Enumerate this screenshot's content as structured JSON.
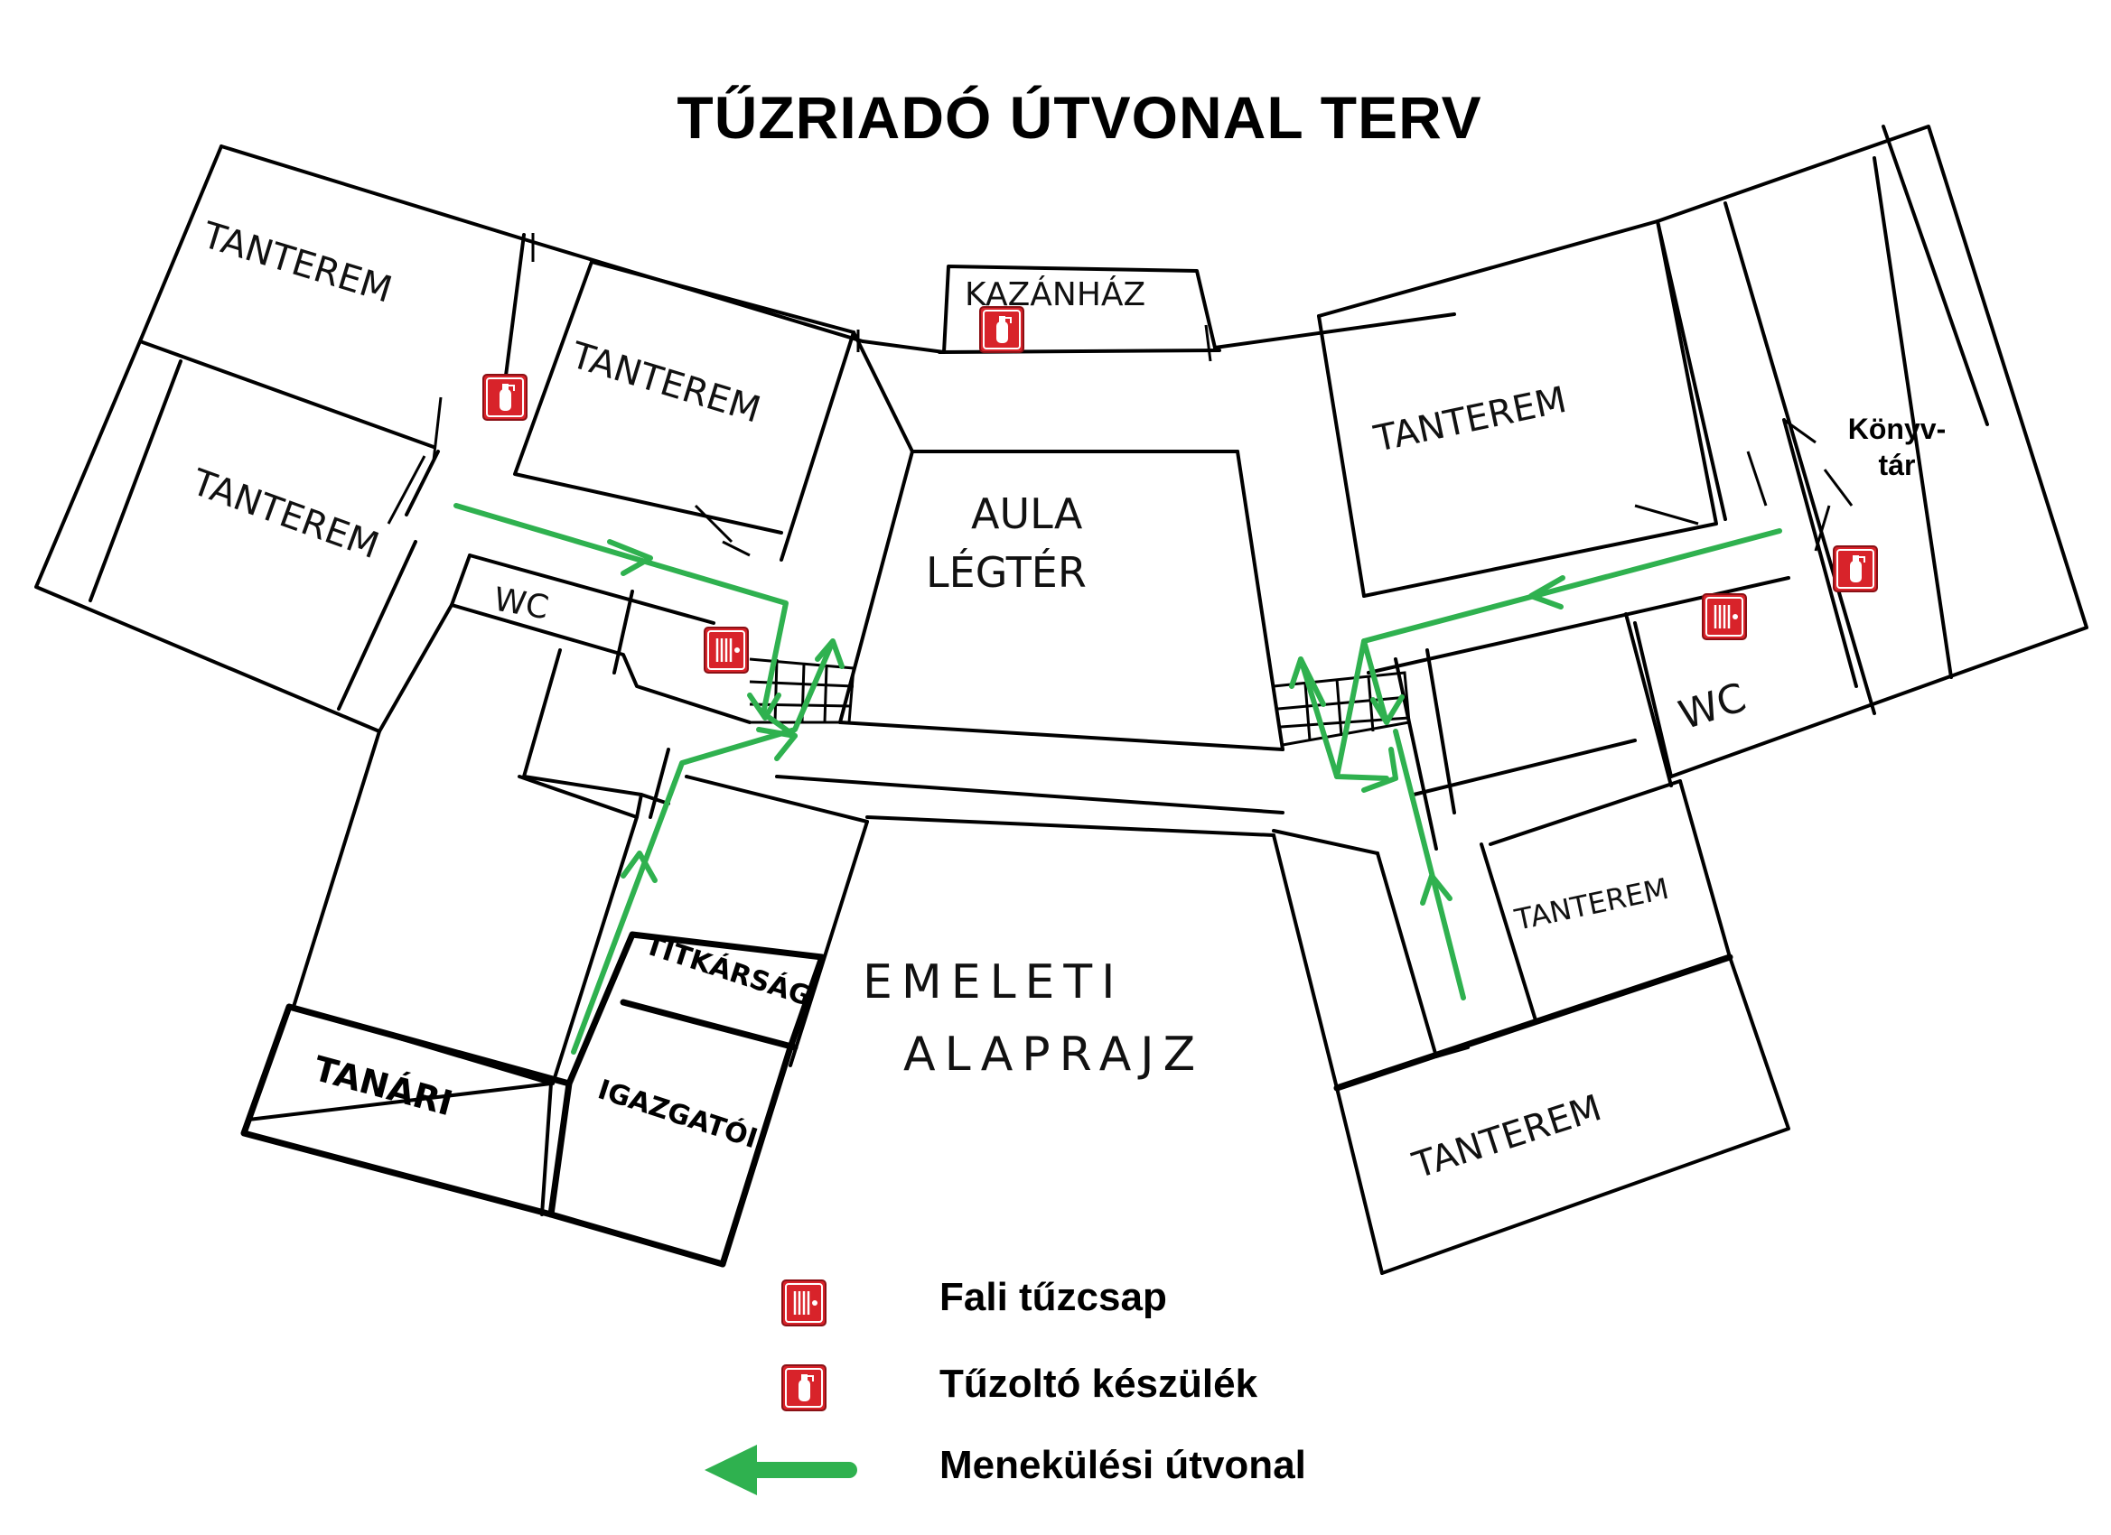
{
  "title": "TŰZRIADÓ ÚTVONAL TERV",
  "rooms": {
    "tanterem_nw_top": "TANTEREM",
    "tanterem_nw_inner": "TANTEREM",
    "tanterem_west": "TANTEREM",
    "kazanhaz": "KAZÁNHÁZ",
    "aula_line1": "AULA",
    "aula_line2": "LÉGTÉR",
    "wc_west": "WC",
    "tanterem_ne": "TANTEREM",
    "konyvtar_line1": "Könyv-",
    "konyvtar_line2": "tár",
    "wc_east": "WC",
    "tanterem_se_small": "TANTEREM",
    "tanterem_se_large": "TANTEREM",
    "titkarsag": "TITKÁRSÁG",
    "tanari": "TANÁRI",
    "igazgatoi": "IGAZGATÓI",
    "emeleti_line1": "EMELETI",
    "emeleti_line2": "ALAPRAJZ"
  },
  "legend": {
    "fali_tuzcsap": "Fali tűzcsap",
    "tuzolto_keszulek": "Tűzoltó készülék",
    "menekulesi_utvonal": "Menekülési útvonal"
  },
  "colors": {
    "route_green": "#2fb14f",
    "equipment_red": "#d8232a",
    "wall": "#000000"
  },
  "icons": {
    "hydrant": "wall-hydrant-icon",
    "extinguisher": "fire-extinguisher-icon",
    "arrow": "escape-arrow-icon"
  }
}
